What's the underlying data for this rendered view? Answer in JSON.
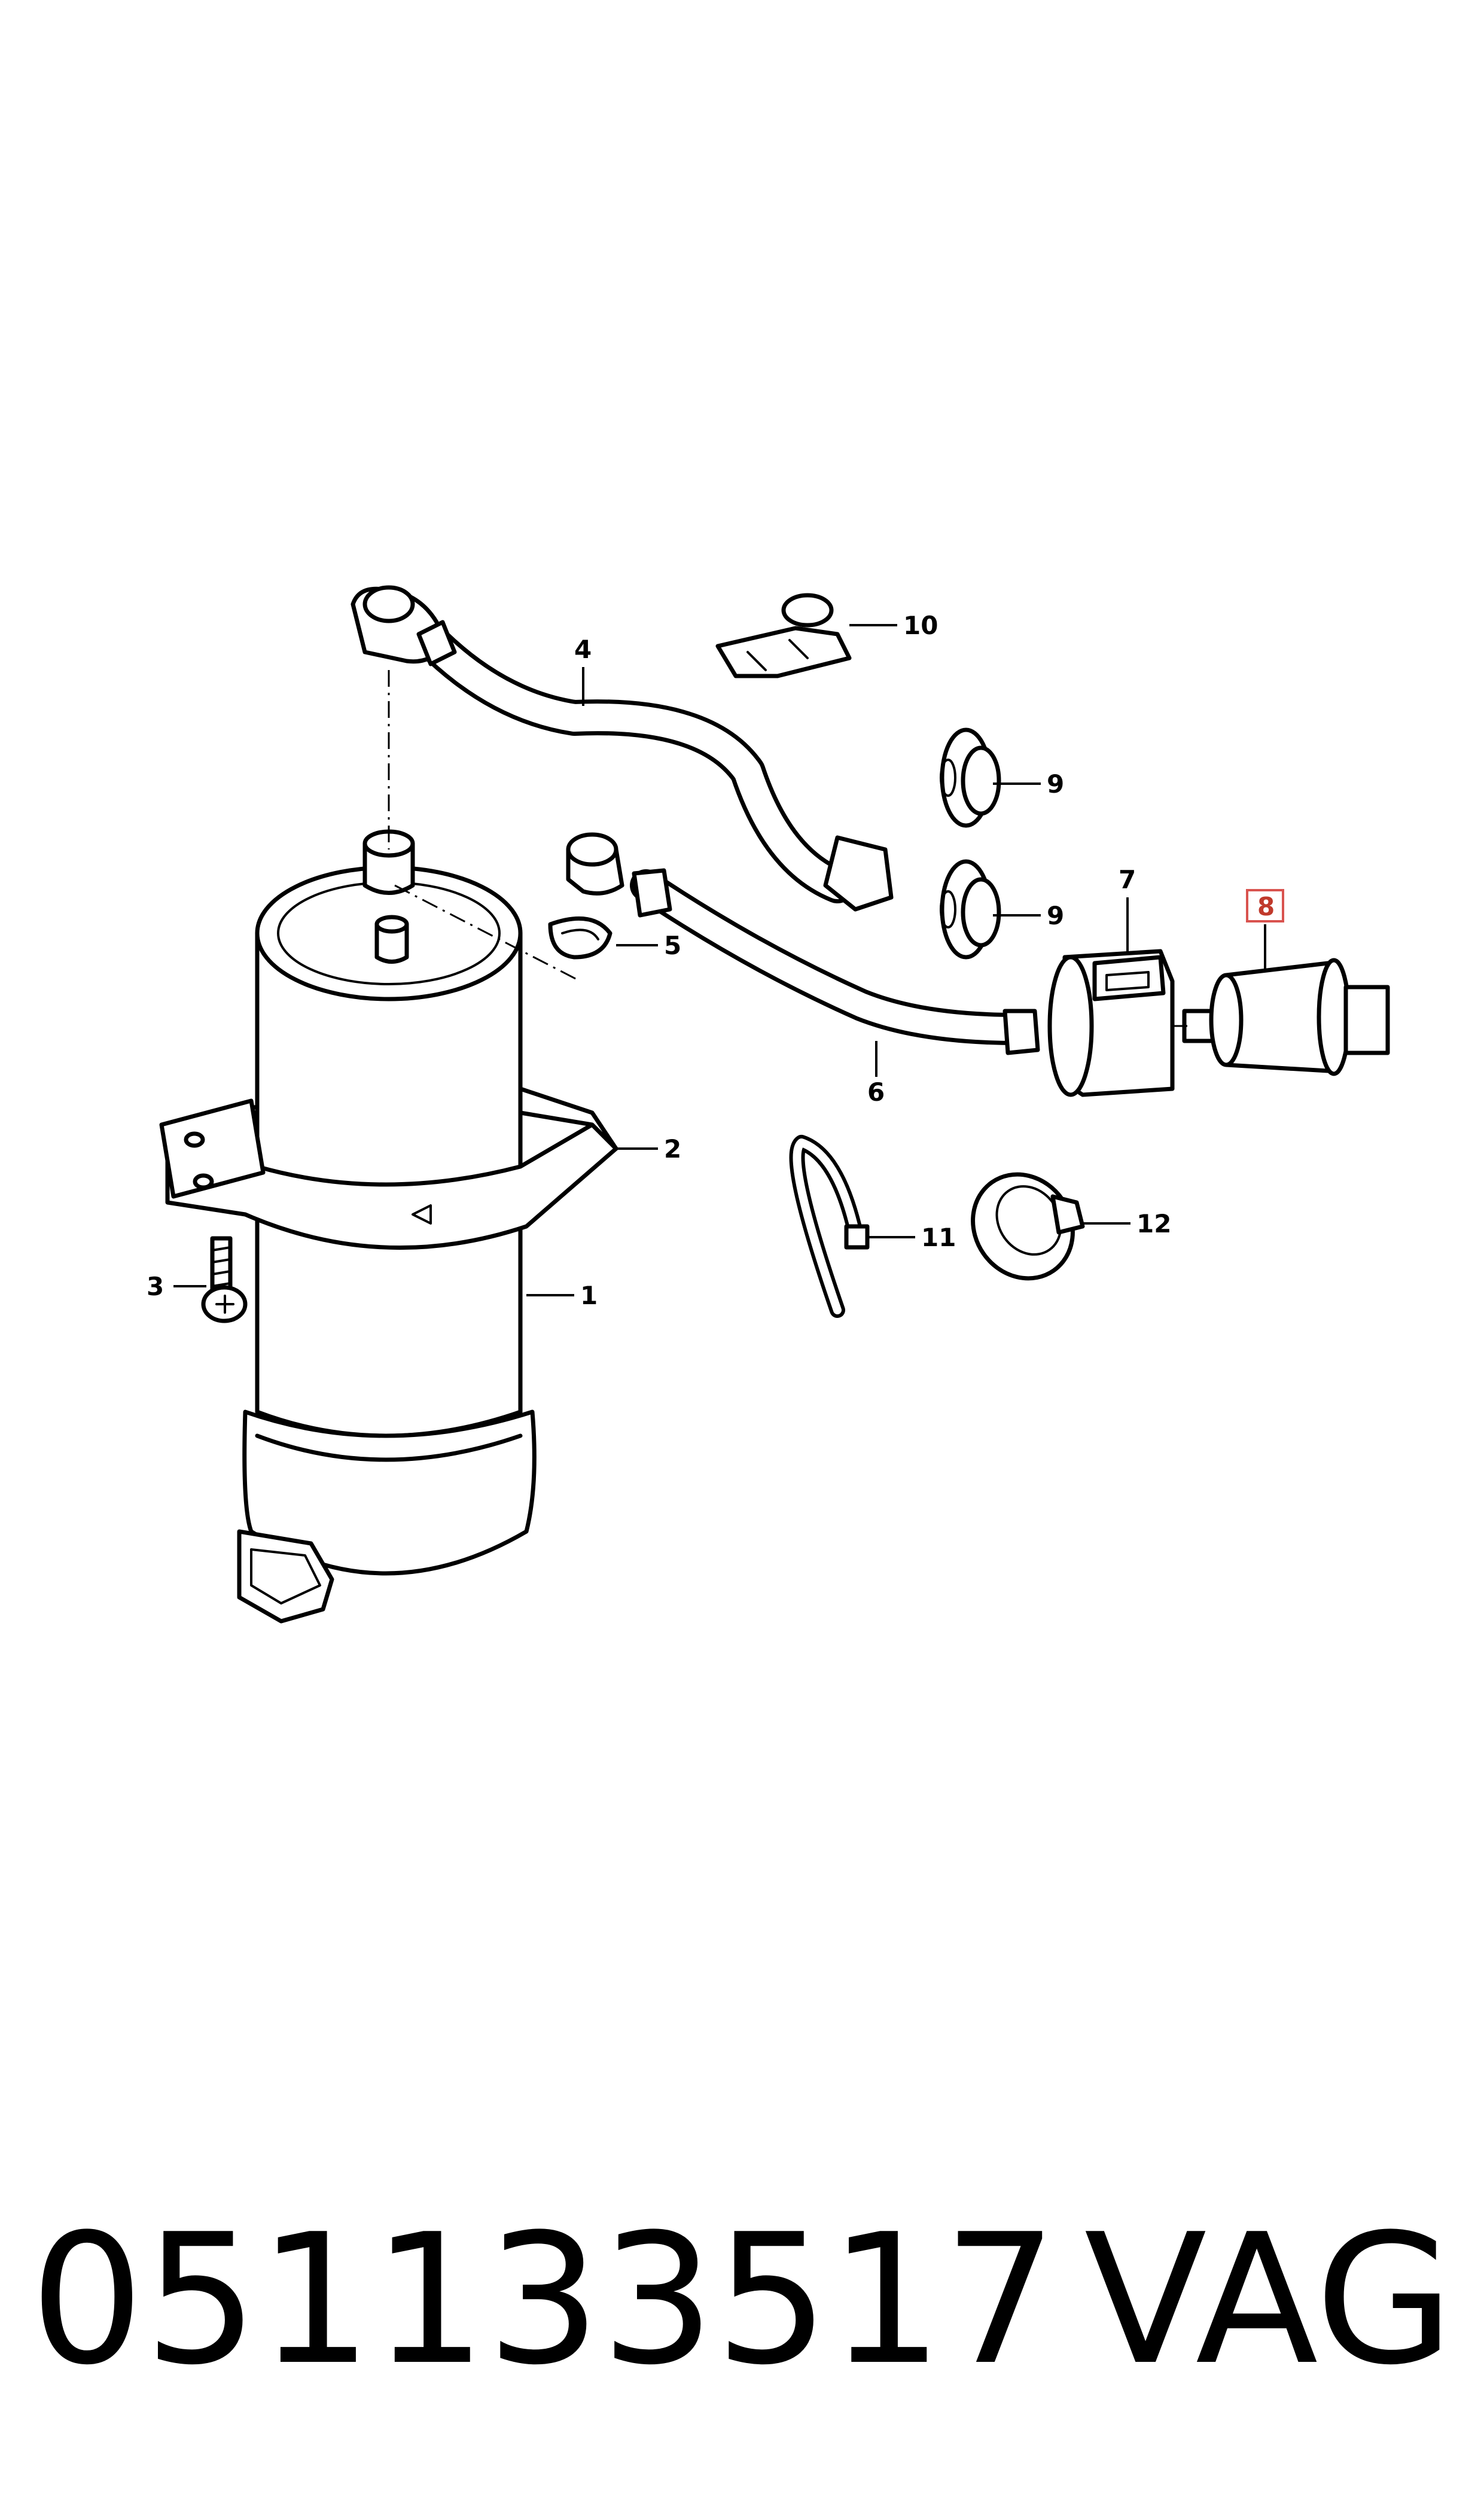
{
  "diagram": {
    "callouts": [
      {
        "id": "c1",
        "label": "1"
      },
      {
        "id": "c2",
        "label": "2"
      },
      {
        "id": "c3",
        "label": "3"
      },
      {
        "id": "c4",
        "label": "4"
      },
      {
        "id": "c5",
        "label": "5"
      },
      {
        "id": "c6",
        "label": "6"
      },
      {
        "id": "c7",
        "label": "7"
      },
      {
        "id": "c8",
        "label": "8",
        "highlighted": true
      },
      {
        "id": "c9a",
        "label": "9"
      },
      {
        "id": "c9b",
        "label": "9"
      },
      {
        "id": "c10",
        "label": "10"
      },
      {
        "id": "c11",
        "label": "11"
      },
      {
        "id": "c12",
        "label": "12"
      }
    ],
    "highlight_color": "#d9534f"
  },
  "footer": {
    "part_number": "051133517",
    "brand": "VAG"
  }
}
